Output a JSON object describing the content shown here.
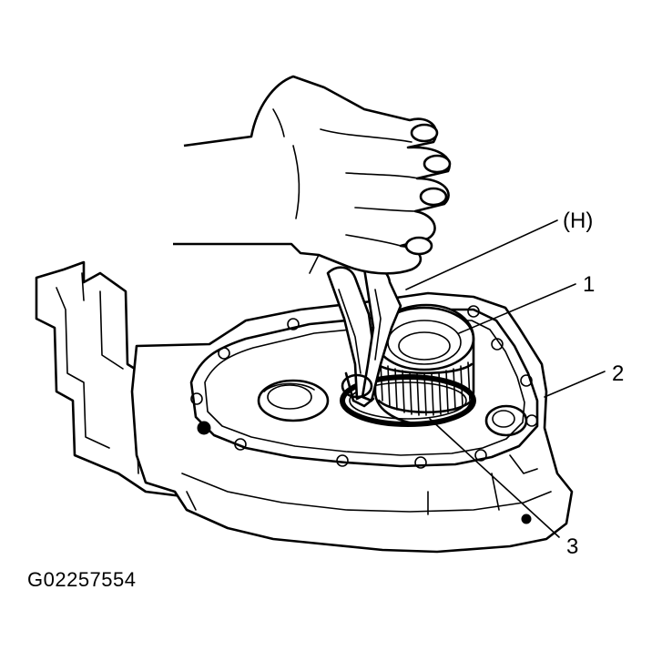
{
  "callouts": {
    "tool": "(H)",
    "part1": "1",
    "part2": "2",
    "part3": "3"
  },
  "figure_id": "G02257554",
  "colors": {
    "ink": "#000000",
    "paper": "#ffffff"
  }
}
